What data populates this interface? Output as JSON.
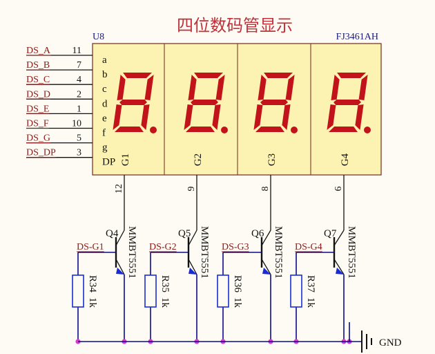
{
  "title": "四位数码管显示",
  "chip": {
    "ref": "U8",
    "part": "FJ3461AH",
    "segment_pins": [
      {
        "net": "DS_A",
        "num": "11",
        "seg": "a"
      },
      {
        "net": "DS_B",
        "num": "7",
        "seg": "b"
      },
      {
        "net": "DS_C",
        "num": "4",
        "seg": "c"
      },
      {
        "net": "DS_D",
        "num": "2",
        "seg": "d"
      },
      {
        "net": "DS_E",
        "num": "1",
        "seg": "e"
      },
      {
        "net": "DS_F",
        "num": "10",
        "seg": "f"
      },
      {
        "net": "DS_G",
        "num": "5",
        "seg": "g"
      },
      {
        "net": "DS_DP",
        "num": "3",
        "seg": "DP"
      }
    ],
    "digits": [
      {
        "label": "G1",
        "pin": "12"
      },
      {
        "label": "G2",
        "pin": "9"
      },
      {
        "label": "G3",
        "pin": "8"
      },
      {
        "label": "G4",
        "pin": "6"
      }
    ]
  },
  "drivers": [
    {
      "q": "Q4",
      "model": "MMBT5551",
      "net": "DS-G1",
      "r": "R34",
      "rv": "1k"
    },
    {
      "q": "Q5",
      "model": "MMBT5551",
      "net": "DS-G2",
      "r": "R35",
      "rv": "1k"
    },
    {
      "q": "Q6",
      "model": "MMBT5551",
      "net": "DS-G3",
      "r": "R36",
      "rv": "1k"
    },
    {
      "q": "Q7",
      "model": "MMBT5551",
      "net": "DS-G4",
      "r": "R37",
      "rv": "1k"
    }
  ],
  "gnd_label": "GND",
  "colors": {
    "body": "#fcf3b2",
    "segment": "#c2121a",
    "wire": "#0a0a8c",
    "net_label": "#8b1a1a",
    "junction": "#d93bd0",
    "title": "#c0303a"
  }
}
